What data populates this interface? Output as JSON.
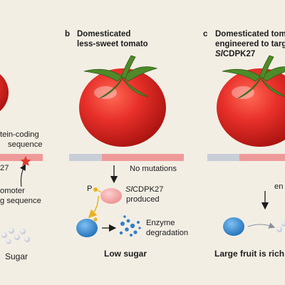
{
  "panel_a": {
    "label_partial": "tein-coding",
    "label_line2": "sequence",
    "gene_partial": "27",
    "promoter_partial": "omoter",
    "promoter_line2": "g sequence",
    "sugar": "Sugar"
  },
  "panel_b": {
    "letter": "b",
    "title_line1": "Domesticated",
    "title_line2": "less-sweet tomato",
    "no_mutations": "No mutations",
    "phospho": "P",
    "protein_name": "SlCDPK27",
    "protein_italic": "Sl",
    "protein_rest": "CDPK27",
    "produced": "produced",
    "enzyme_line1": "Enzyme",
    "enzyme_line2": "degradation",
    "outcome": "Low sugar"
  },
  "panel_c": {
    "letter": "c",
    "title_line1": "Domesticated tom",
    "title_line2": "engineered to targ",
    "title_line3_italic": "Sl",
    "title_line3_rest": "CDPK27",
    "side_label": "en",
    "outcome": "Large fruit is rich"
  },
  "colors": {
    "background": "#f3eee4",
    "tomato": "#e8302a",
    "promoter_bar": "#c9cdd8",
    "coding_bar": "#ef9a9a",
    "protein": "#f4a8a8",
    "enzyme": "#3c8fd6",
    "phospho": "#e9b320",
    "mutation_star": "#e23a2e"
  }
}
